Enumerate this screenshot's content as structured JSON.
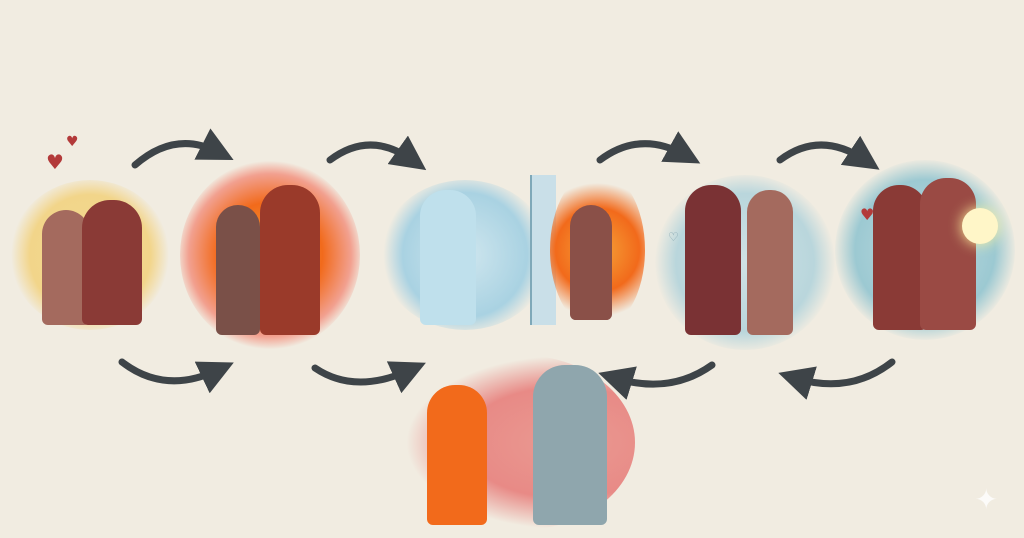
{
  "colors": {
    "background": "#f1ece1",
    "arrow": "#3e4448",
    "warm_glow": "#f2d58a",
    "fire": "#f26a1b",
    "fire_glow": "#f2a08f",
    "ice": "#a9d2e2",
    "cool_glow": "#b9d6dc",
    "conflict_glow": "#e88a86",
    "man_shirt": "#8a3a36",
    "woman_top": "#a46a5e",
    "wind": "#7cc5de"
  },
  "scenes": [
    {
      "id": "embrace",
      "icon": "hugging-couple-hearts"
    },
    {
      "id": "on-fire",
      "icon": "couple-in-flames"
    },
    {
      "id": "ice-wall",
      "icon": "frozen-man-glass-wall-burning-woman"
    },
    {
      "id": "turned-away",
      "icon": "couple-back-to-back-wind"
    },
    {
      "id": "reconcile",
      "icon": "couple-hugging-moon"
    },
    {
      "id": "argument",
      "icon": "angry-woman-fire-man-arms-crossed"
    }
  ],
  "icons": [
    "arrow-icon",
    "heart-icon",
    "moon-icon",
    "sparkle-icon"
  ]
}
